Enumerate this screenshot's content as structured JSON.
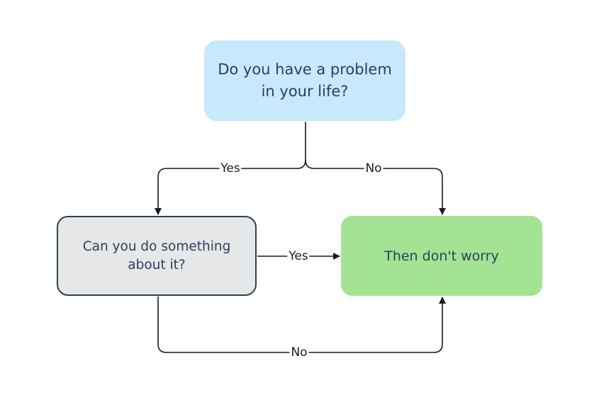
{
  "nodes": {
    "problem": "Do you have a problem\nin your life?",
    "can_do": "Can you do something\nabout it?",
    "dont_worry": "Then don't worry"
  },
  "edges": {
    "problem_to_can_do": "Yes",
    "problem_to_dont_worry": "No",
    "can_do_yes": "Yes",
    "can_do_no": "No"
  },
  "colors": {
    "problem_fill": "#c7e8fd",
    "can_do_fill": "#e6e7e9",
    "can_do_border": "#2e4058",
    "dont_worry_fill": "#a3e392",
    "connector": "#1b1b1b",
    "node_text": "#2b3f5c"
  }
}
